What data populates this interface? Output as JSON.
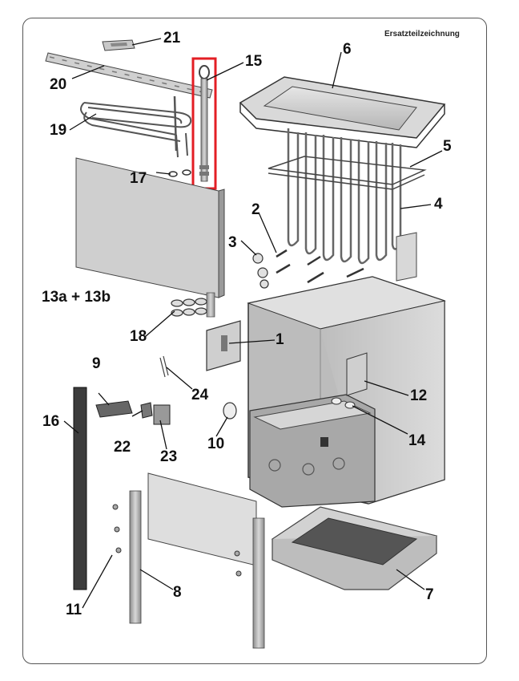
{
  "title": "Ersatzteilzeichnung",
  "highlight_color": "#e31e24",
  "parts": [
    {
      "id": "p1",
      "label": "1"
    },
    {
      "id": "p2",
      "label": "2"
    },
    {
      "id": "p3",
      "label": "3"
    },
    {
      "id": "p4",
      "label": "4"
    },
    {
      "id": "p5",
      "label": "5"
    },
    {
      "id": "p6",
      "label": "6"
    },
    {
      "id": "p7",
      "label": "7"
    },
    {
      "id": "p8",
      "label": "8"
    },
    {
      "id": "p9",
      "label": "9"
    },
    {
      "id": "p10",
      "label": "10"
    },
    {
      "id": "p11",
      "label": "11"
    },
    {
      "id": "p12",
      "label": "12"
    },
    {
      "id": "p13",
      "label": "13a + 13b"
    },
    {
      "id": "p14",
      "label": "14"
    },
    {
      "id": "p15",
      "label": "15"
    },
    {
      "id": "p16",
      "label": "16"
    },
    {
      "id": "p17",
      "label": "17"
    },
    {
      "id": "p18",
      "label": "18"
    },
    {
      "id": "p19",
      "label": "19"
    },
    {
      "id": "p20",
      "label": "20"
    },
    {
      "id": "p21",
      "label": "21"
    },
    {
      "id": "p22",
      "label": "22"
    },
    {
      "id": "p23",
      "label": "23"
    },
    {
      "id": "p24",
      "label": "24"
    }
  ]
}
